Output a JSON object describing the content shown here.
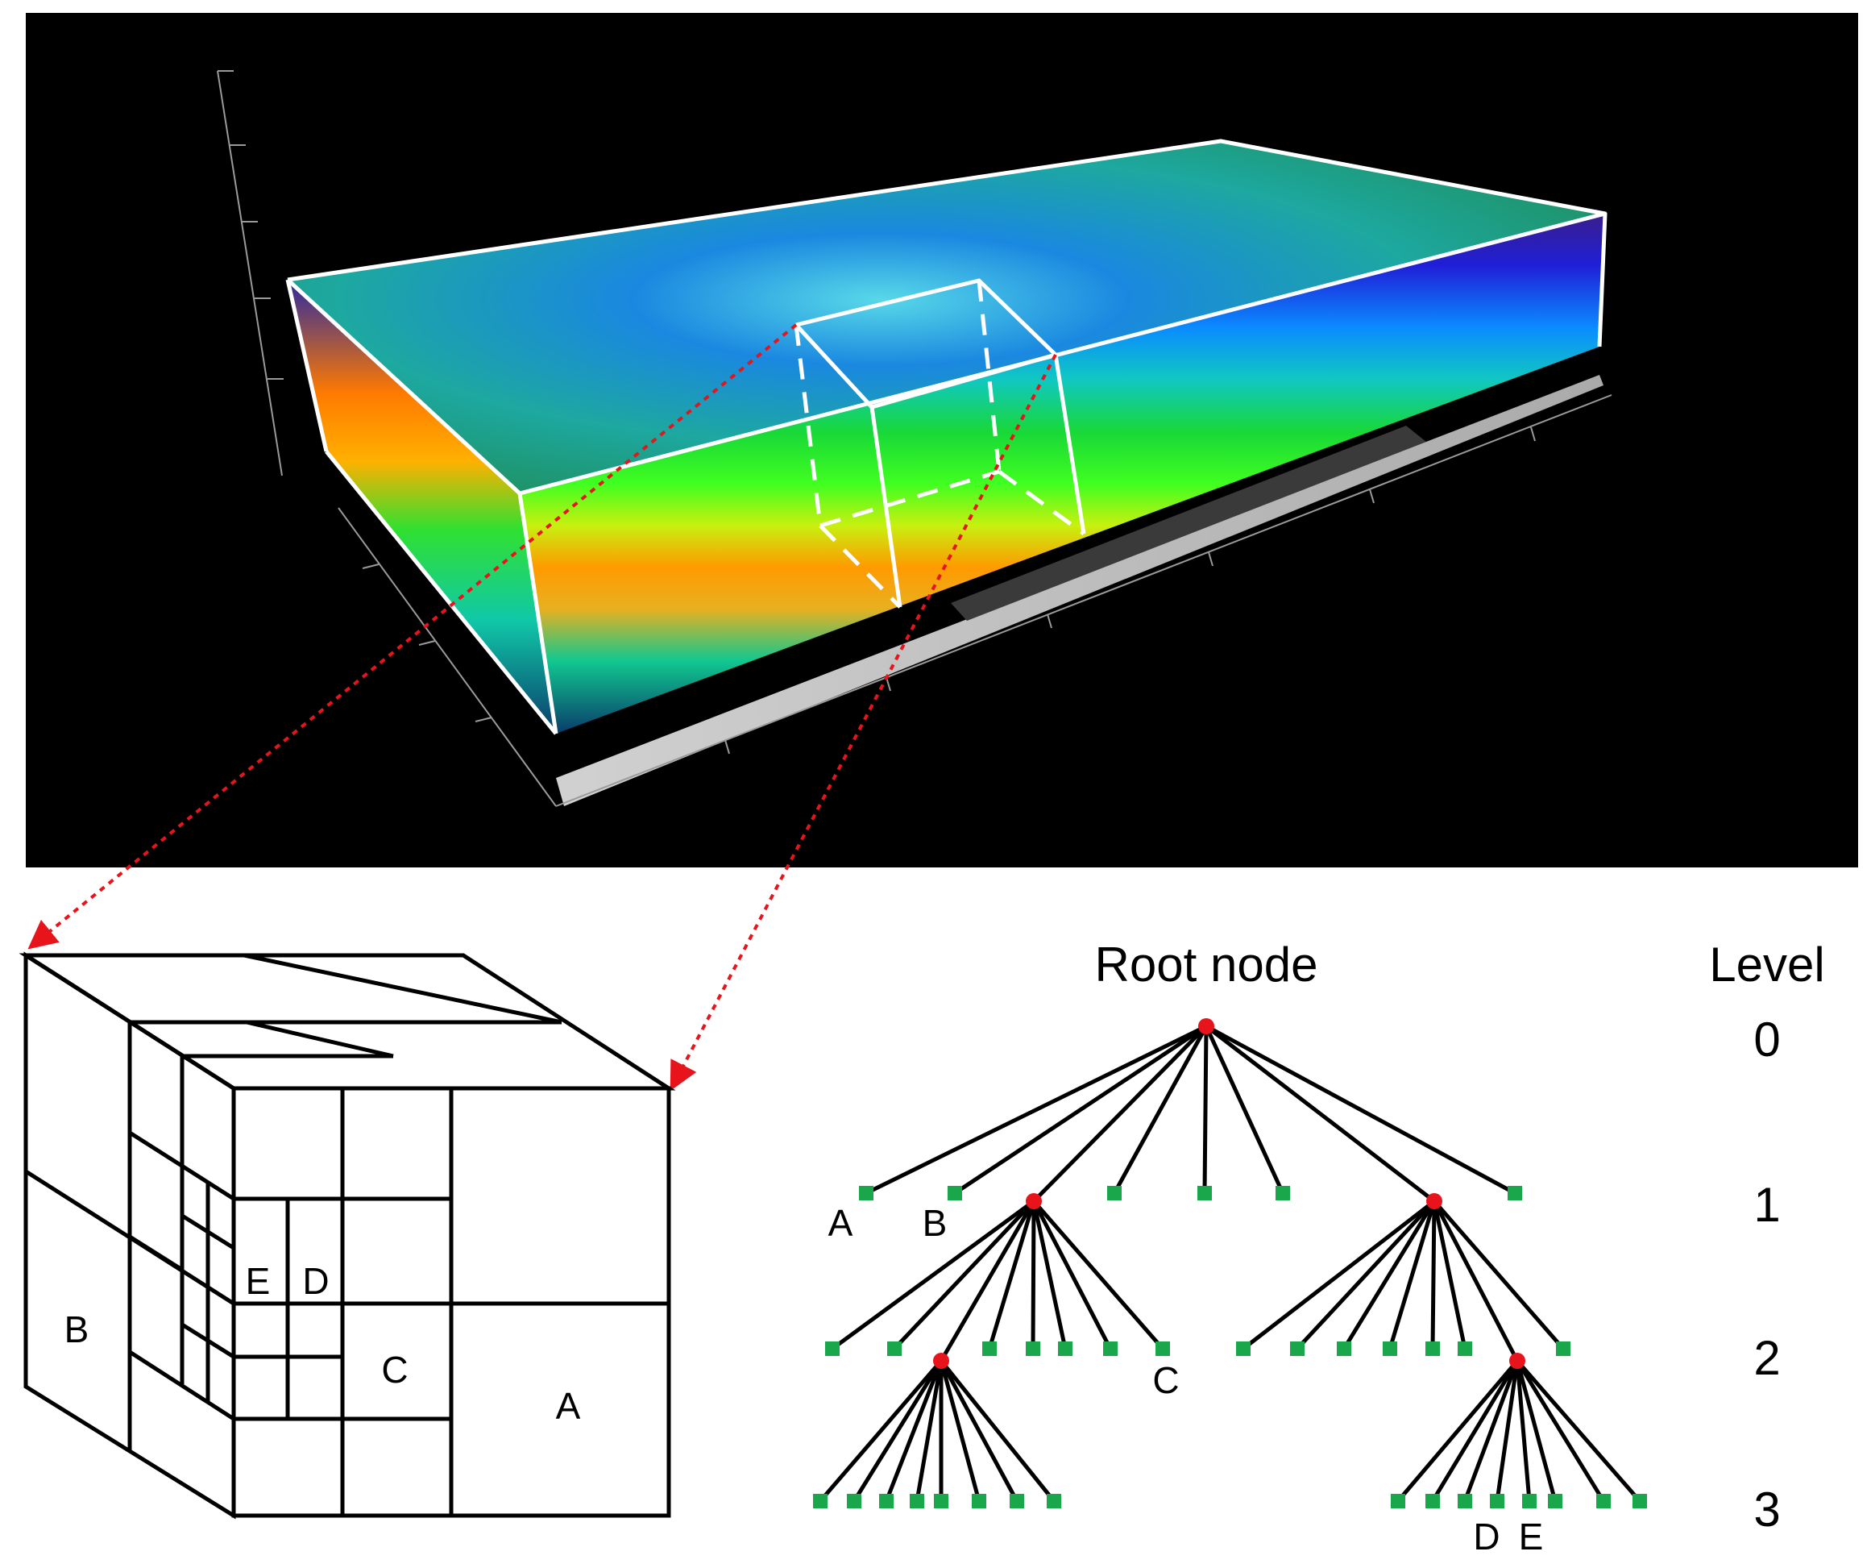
{
  "cube": {
    "labels": {
      "a": "A",
      "b": "B",
      "c": "C",
      "d": "D",
      "e": "E"
    }
  },
  "tree": {
    "root_label": "Root node",
    "level_heading": "Level",
    "levels": [
      "0",
      "1",
      "2",
      "3"
    ],
    "leaf_labels": {
      "level1_a": "A",
      "level1_b": "B",
      "level2_c": "C",
      "level3_d": "D",
      "level3_e": "E"
    }
  },
  "colors": {
    "internal_node": "#e8141c",
    "leaf_node": "#1aa64a",
    "arrow": "#e8141c",
    "edge": "#000000",
    "box_outline": "#ffffff",
    "scene_background": "#000000"
  }
}
